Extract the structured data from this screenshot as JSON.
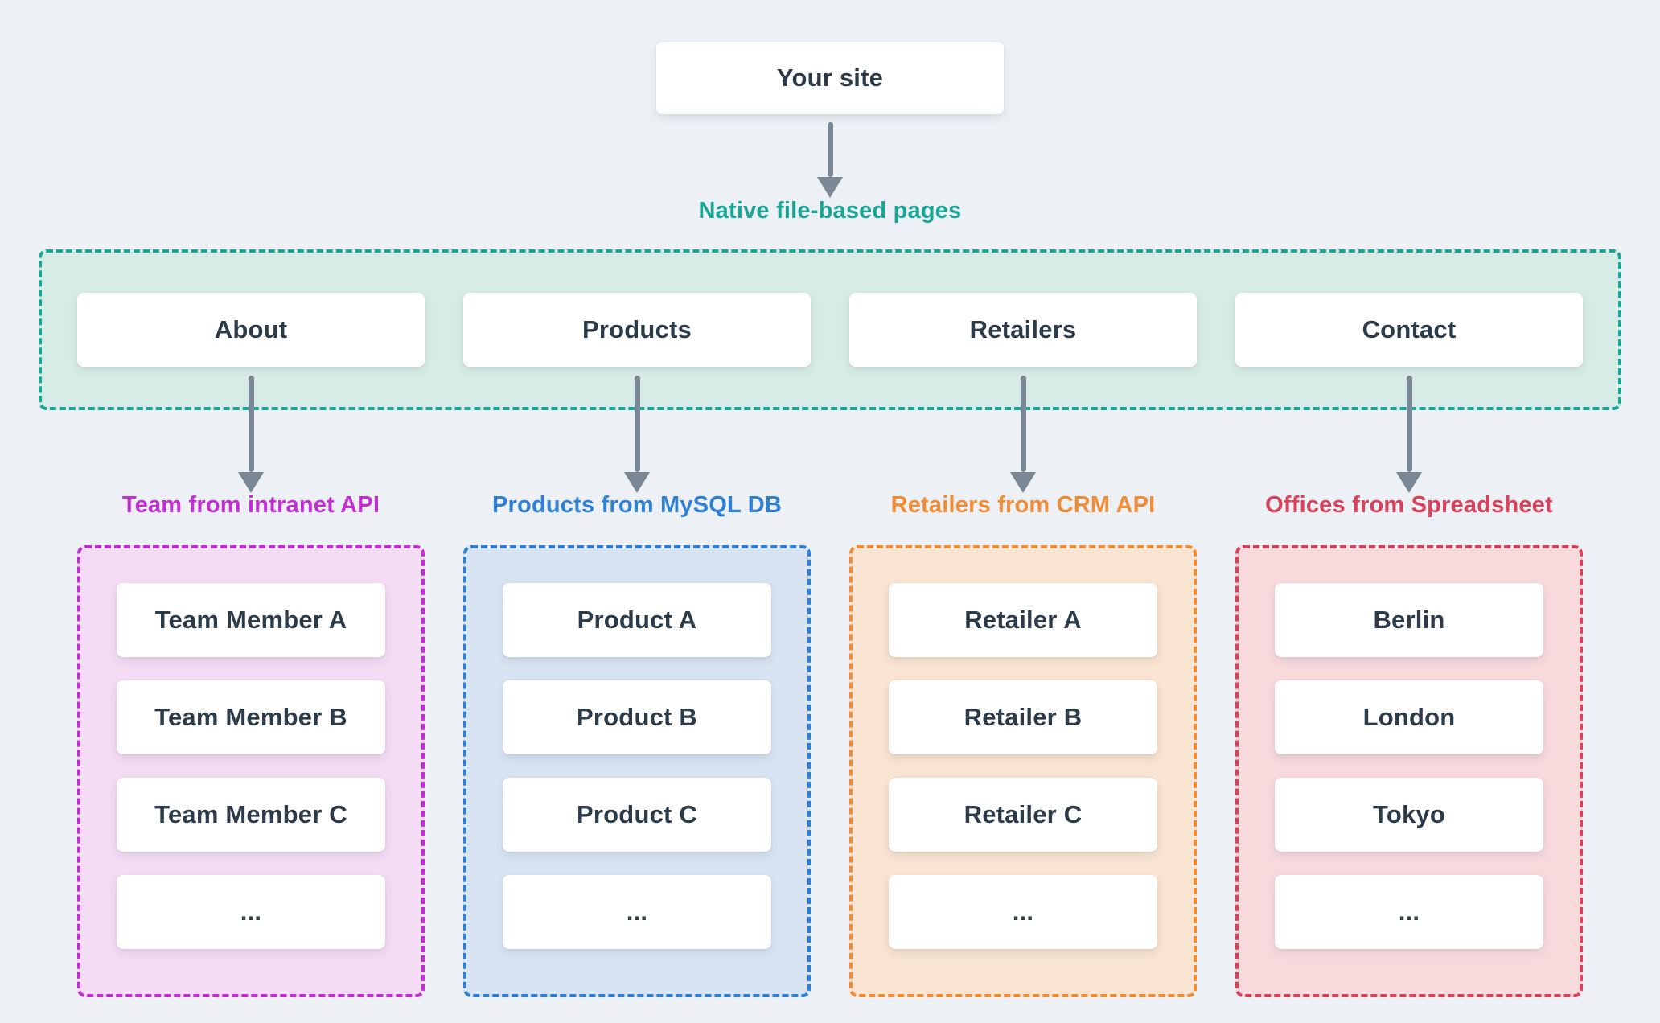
{
  "page": {
    "background": "#edf1f5",
    "text_color": "#2c3b49",
    "arrow_color": "#7b8794"
  },
  "root": {
    "label": "Your site"
  },
  "nav": {
    "label": "Native file-based pages",
    "color": "#1aa596",
    "bg": "#d8ece7",
    "pages": [
      {
        "label": "About"
      },
      {
        "label": "Products"
      },
      {
        "label": "Retailers"
      },
      {
        "label": "Contact"
      }
    ]
  },
  "columns": [
    {
      "label": "Team from intranet API",
      "color": "#c02fd2",
      "bg": "#f4dcf4",
      "items": [
        "Team Member A",
        "Team Member B",
        "Team Member C",
        "..."
      ]
    },
    {
      "label": "Products from MySQL DB",
      "color": "#2f80d5",
      "bg": "#d9e4f3",
      "items": [
        "Product A",
        "Product B",
        "Product C",
        "..."
      ]
    },
    {
      "label": "Retailers from CRM API",
      "color": "#ef8c35",
      "bg": "#fae4d2",
      "items": [
        "Retailer A",
        "Retailer B",
        "Retailer C",
        "..."
      ]
    },
    {
      "label": "Offices from Spreadsheet",
      "color": "#d6425a",
      "bg": "#f8dadd",
      "items": [
        "Berlin",
        "London",
        "Tokyo",
        "..."
      ]
    }
  ]
}
